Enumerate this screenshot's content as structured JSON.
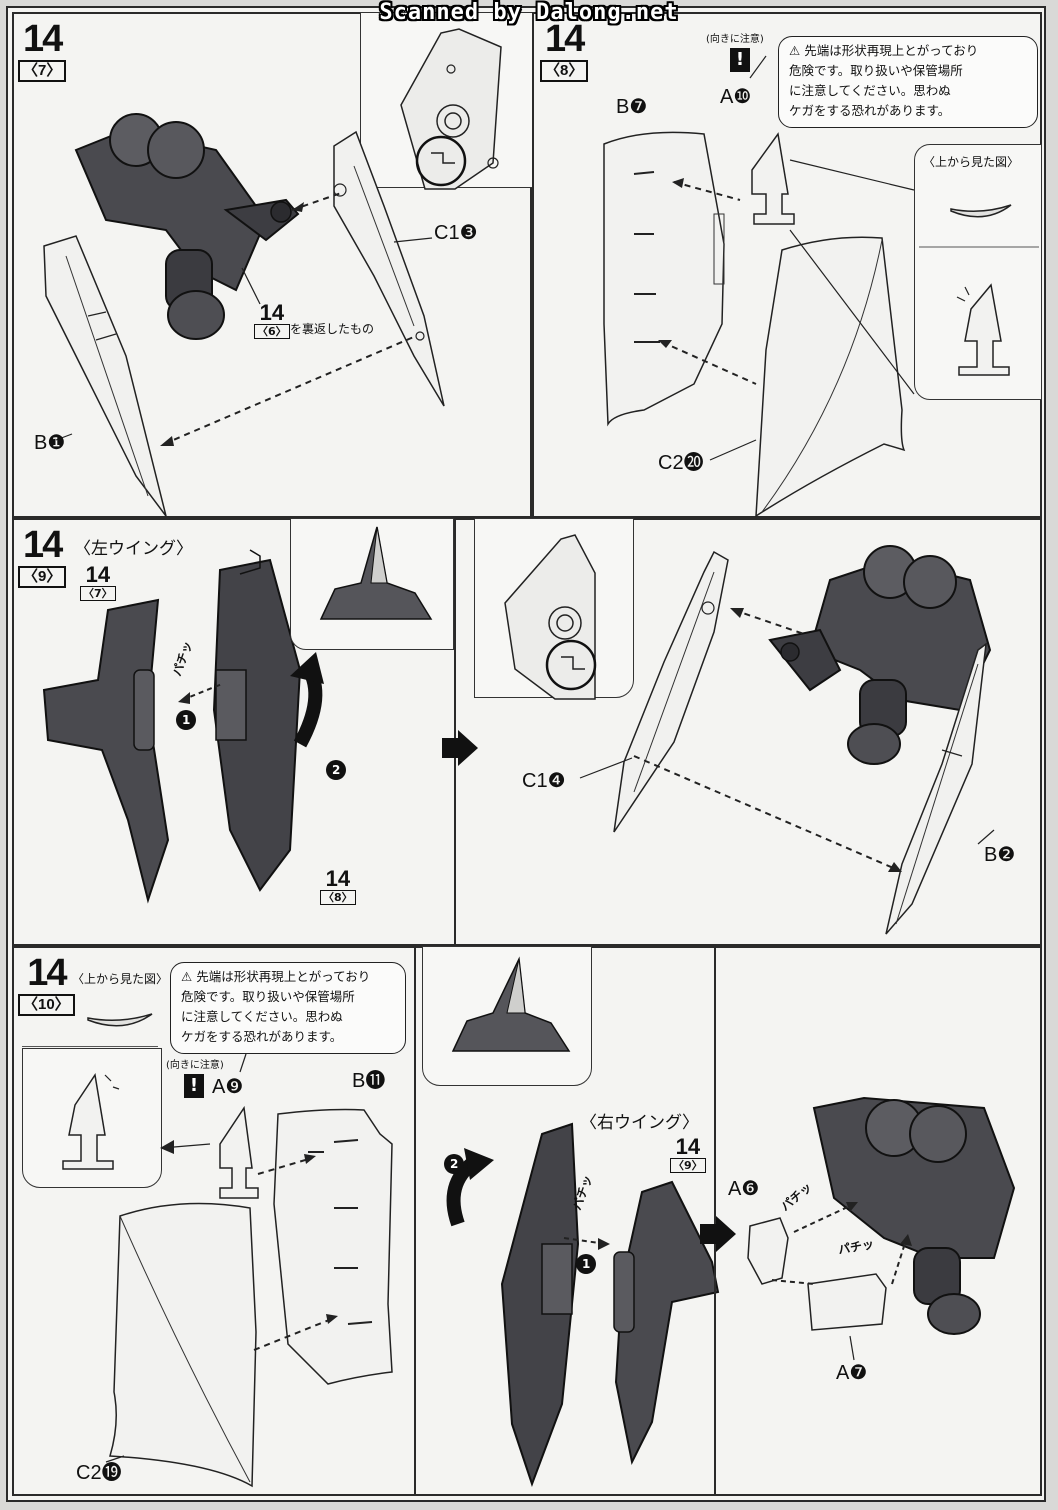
{
  "watermark": "Scanned by Dalong.net",
  "step": "14",
  "panels": {
    "p7": {
      "sub": "〈7〉",
      "ref_num": "14",
      "ref_sub": "〈6〉",
      "ref_text": "を裏返したもの",
      "parts": {
        "c1": "C1❸",
        "b1": "B❶"
      }
    },
    "p8": {
      "sub": "〈8〉",
      "caution_label": "(向きに注意)",
      "warning": [
        "先端は形状再現上とがっており",
        "危険です。取り扱いや保管場所",
        "に注意してください。思わぬ",
        "ケガをする恐れがあります。"
      ],
      "top_view": "〈上から見た図〉",
      "parts": {
        "b7": "B❼",
        "a10": "A❿",
        "c2": "C2⓴"
      }
    },
    "p9": {
      "sub": "〈9〉",
      "title": "〈左ウイング〉",
      "ref_a_num": "14",
      "ref_a_sub": "〈7〉",
      "ref_b_num": "14",
      "ref_b_sub": "〈8〉",
      "snap": "パチッ",
      "parts": {
        "c1": "C1❹",
        "b2": "B❷"
      },
      "markers": {
        "one": "1",
        "two": "2"
      }
    },
    "p10": {
      "sub": "〈10〉",
      "top_view": "〈上から見た図〉",
      "warning": [
        "先端は形状再現上とがっており",
        "危険です。取り扱いや保管場所",
        "に注意してください。思わぬ",
        "ケガをする恐れがあります。"
      ],
      "caution_label": "(向きに注意)",
      "title_right": "〈右ウイング〉",
      "ref_num": "14",
      "ref_sub": "〈9〉",
      "snap": "パチッ",
      "parts": {
        "a9": "A❾",
        "b11": "B⓫",
        "c2": "C2⓳",
        "a6": "A❻",
        "a7": "A❼"
      },
      "markers": {
        "one": "1",
        "two": "2"
      }
    }
  },
  "bang": "!",
  "colors": {
    "part_dark": "#3e3e42",
    "part_mid": "#5b5b60",
    "outline": "#222222",
    "paper": "#f4f4f2"
  }
}
